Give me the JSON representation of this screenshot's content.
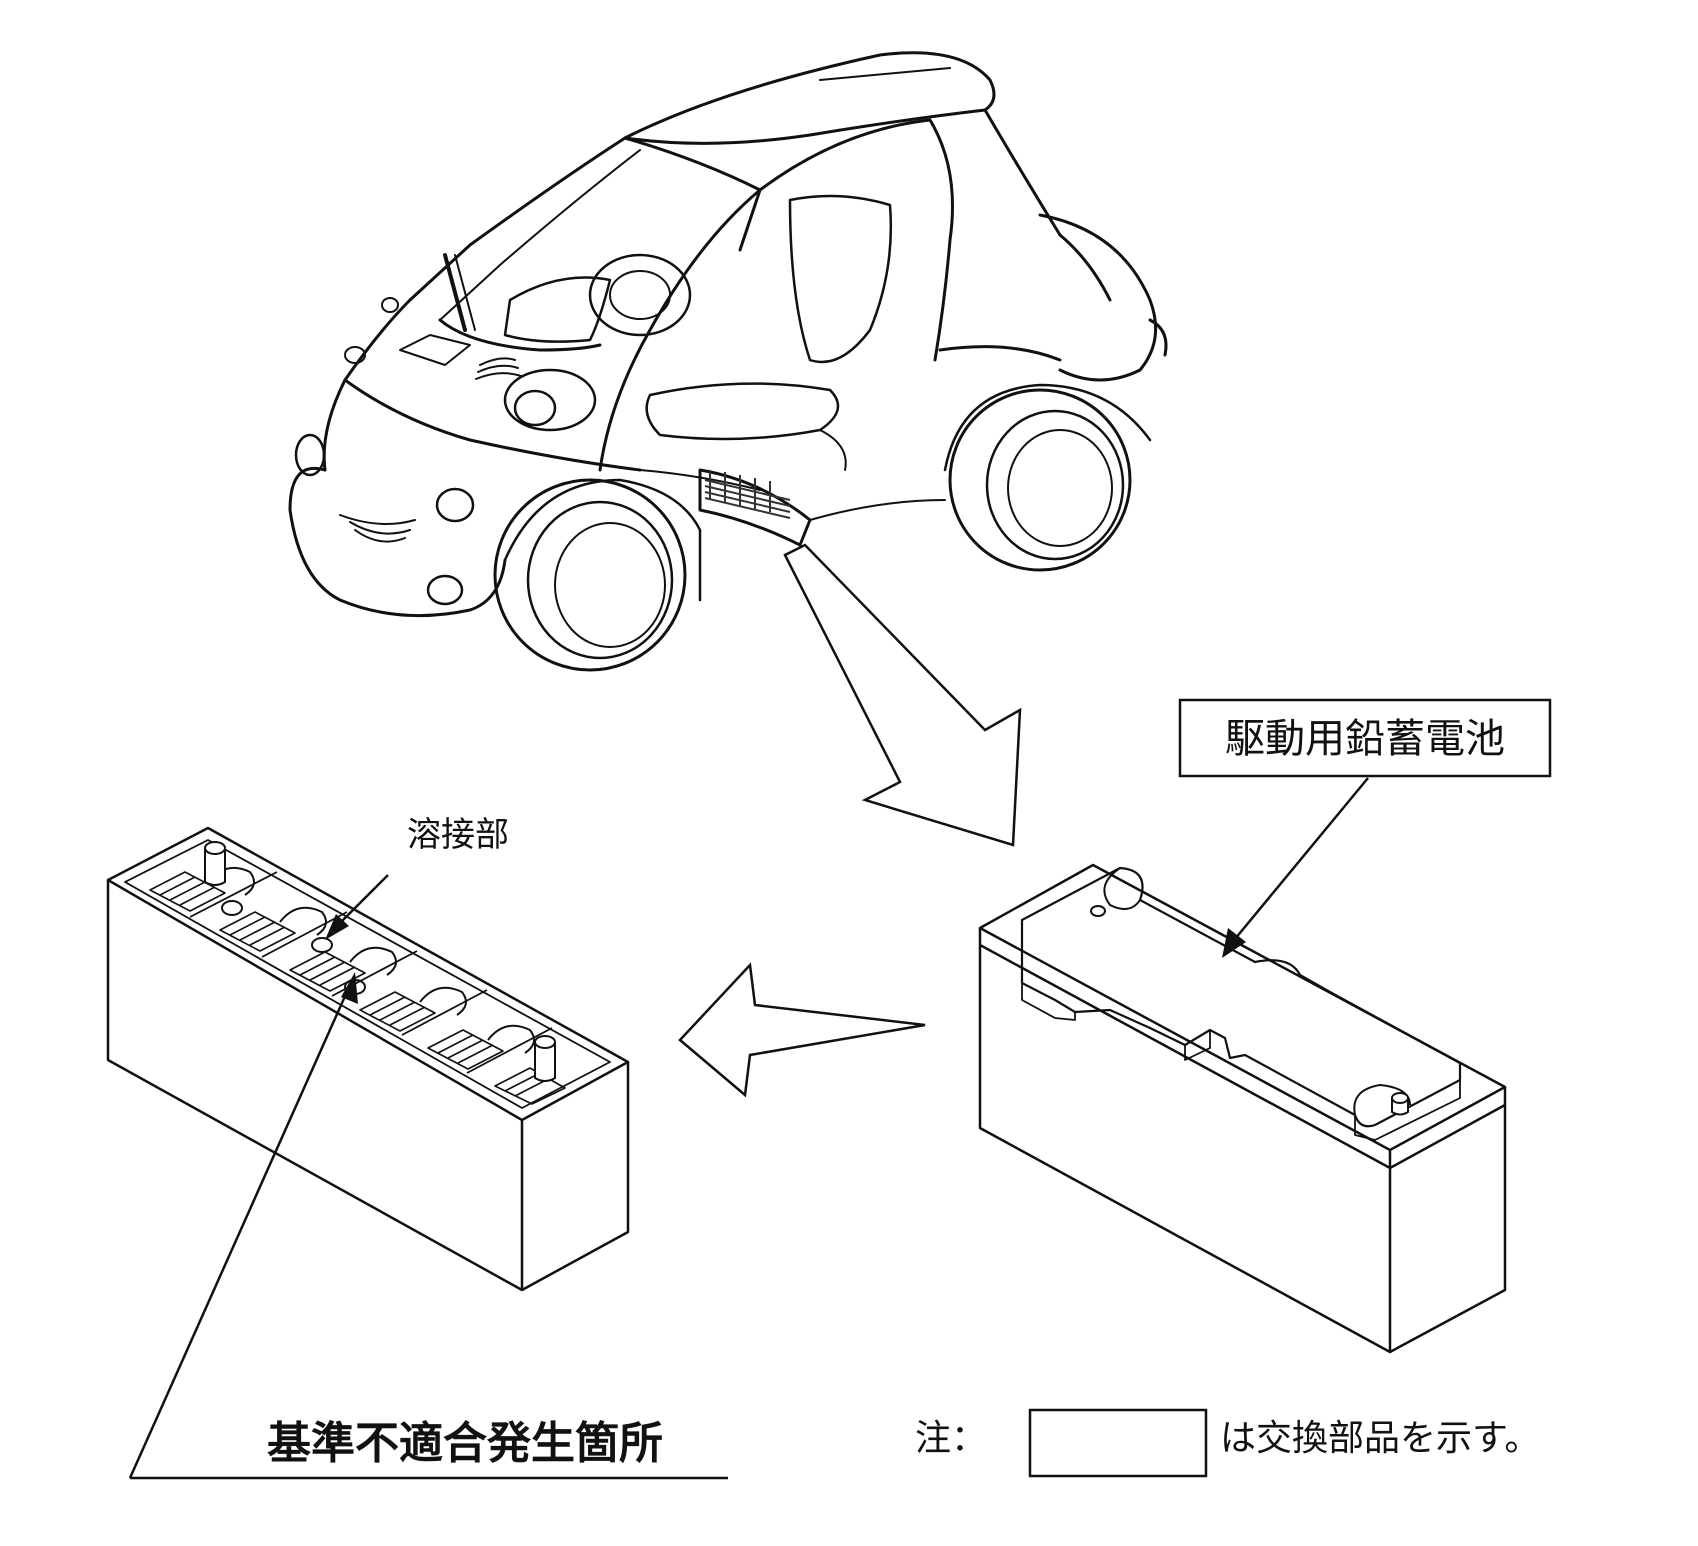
{
  "labels": {
    "weld_part": "溶接部",
    "battery_name": "駆動用鉛蓄電池",
    "nonconformity_location": "基準不適合発生箇所",
    "note_prefix": "注：",
    "note_suffix": "は交換部品を示す。"
  },
  "colors": {
    "line": "#111111",
    "background": "#ffffff",
    "hatch": "#333333"
  }
}
